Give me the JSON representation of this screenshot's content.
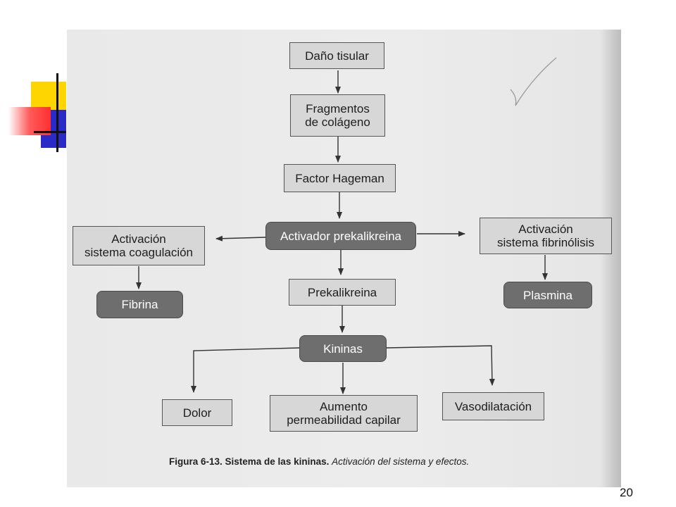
{
  "diagram": {
    "nodes": {
      "dano_tisular": "Daño tisular",
      "fragmentos_colageno": "Fragmentos\nde colágeno",
      "factor_hageman": "Factor Hageman",
      "activador_prekalikreina": "Activador prekalikreina",
      "activacion_coagulacion": "Activación\nsistema coagulación",
      "activacion_fibrinolisis": "Activación\nsistema fibrinólisis",
      "fibrina": "Fibrina",
      "plasmina": "Plasmina",
      "prekalikreina": "Prekalikreina",
      "kininas": "Kininas",
      "dolor": "Dolor",
      "aumento_permeabilidad": "Aumento\npermeabilidad capilar",
      "vasodilatacion": "Vasodilatación"
    },
    "edges": [
      [
        "dano_tisular",
        "fragmentos_colageno"
      ],
      [
        "fragmentos_colageno",
        "factor_hageman"
      ],
      [
        "factor_hageman",
        "activador_prekalikreina"
      ],
      [
        "activador_prekalikreina",
        "activacion_coagulacion"
      ],
      [
        "activador_prekalikreina",
        "activacion_fibrinolisis"
      ],
      [
        "activador_prekalikreina",
        "prekalikreina"
      ],
      [
        "activacion_coagulacion",
        "fibrina"
      ],
      [
        "activacion_fibrinolisis",
        "plasmina"
      ],
      [
        "prekalikreina",
        "kininas"
      ],
      [
        "kininas",
        "dolor"
      ],
      [
        "kininas",
        "aumento_permeabilidad"
      ],
      [
        "kininas",
        "vasodilatacion"
      ]
    ]
  },
  "caption": {
    "label": "Figura 6-13. Sistema de las kininas.",
    "text": "Activación del sistema y efectos."
  },
  "page_number": "20",
  "colors": {
    "box_light": "#d7d7d7",
    "box_dark": "#6e6e6e",
    "scan_background": "#e9e9e9"
  }
}
